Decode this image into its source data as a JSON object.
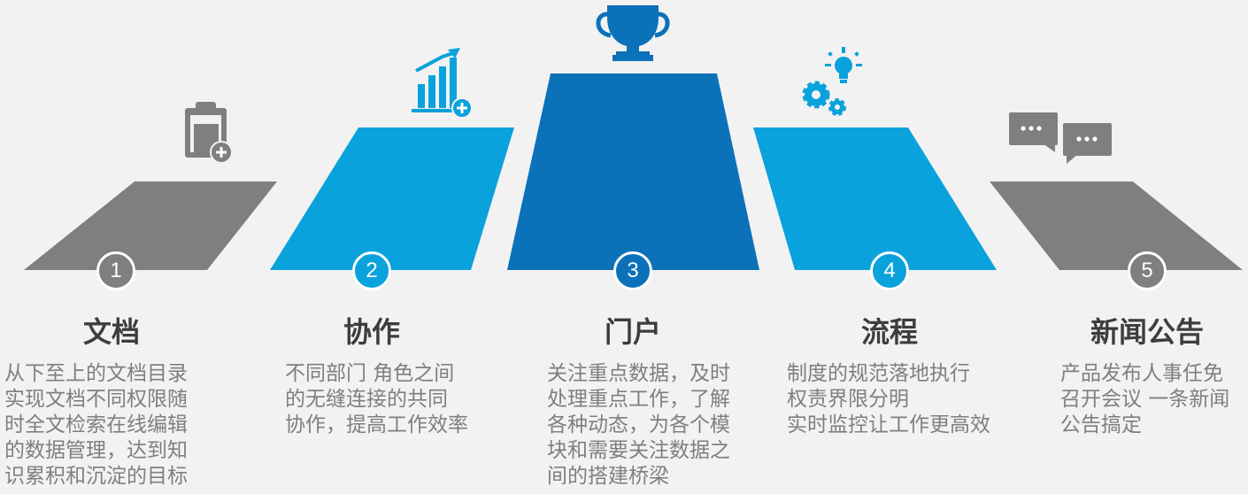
{
  "colors": {
    "gray": "#7f7f7f",
    "light_blue": "#0aa2dc",
    "dark_blue": "#0b72b9",
    "title": "#3d3d3d",
    "text": "#7f7f7f",
    "background": "#f2f2f2"
  },
  "steps": [
    {
      "number": "1",
      "title": "文档",
      "icon": "clipboard-add-icon",
      "color": "#7f7f7f",
      "lines": [
        "从下至上的文档目录",
        "实现文档不同权限随",
        "时全文检索在线编辑",
        "的数据管理，达到知",
        "识累积和沉淀的目标"
      ]
    },
    {
      "number": "2",
      "title": "协作",
      "icon": "bar-chart-growth-icon",
      "color": "#0aa2dc",
      "lines": [
        "不同部门 角色之间",
        "的无缝连接的共同",
        "协作，提高工作效率"
      ]
    },
    {
      "number": "3",
      "title": "门户",
      "icon": "trophy-icon",
      "color": "#0b72b9",
      "lines": [
        "关注重点数据，及时",
        "处理重点工作，了解",
        "各种动态，为各个模",
        "块和需要关注数据之",
        "间的搭建桥梁"
      ]
    },
    {
      "number": "4",
      "title": "流程",
      "icon": "gears-lightbulb-icon",
      "color": "#0aa2dc",
      "lines": [
        "制度的规范落地执行",
        "权责界限分明",
        "实时监控让工作更高效"
      ]
    },
    {
      "number": "5",
      "title": "新闻公告",
      "icon": "chat-bubbles-icon",
      "color": "#7f7f7f",
      "lines": [
        "产品发布人事任免",
        "召开会议 一条新闻",
        "公告搞定"
      ]
    }
  ]
}
